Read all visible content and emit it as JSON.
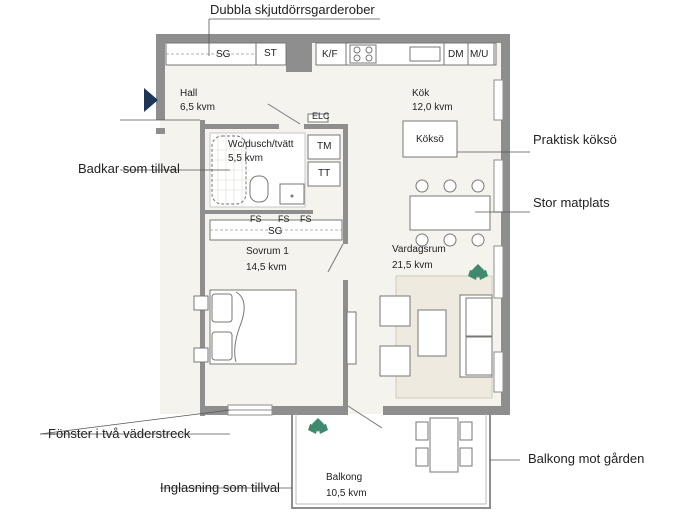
{
  "callouts": {
    "wardrobes": "Dubbla skjutdörrsgarderober",
    "bathtub": "Badkar som tillval",
    "kitchen_island": "Praktisk köksö",
    "dining": "Stor matplats",
    "window": "Fönster i två väderstreck",
    "balcony_yard": "Balkong mot gården",
    "glazing": "Inglasning som tillval"
  },
  "rooms": {
    "hall": {
      "name": "Hall",
      "area": "6,5 kvm"
    },
    "bath": {
      "name": "Wc/dusch/tvätt",
      "area": "5,5 kvm"
    },
    "kitchen": {
      "name": "Kök",
      "area": "12,0 kvm"
    },
    "bedroom": {
      "name": "Sovrum 1",
      "area": "14,5 kvm"
    },
    "living": {
      "name": "Vardagsrum",
      "area": "21,5 kvm"
    },
    "balcony": {
      "name": "Balkong",
      "area": "10,5 kvm"
    }
  },
  "fixtures": {
    "sg_hall": "SG",
    "st": "ST",
    "kf": "K/F",
    "dm": "DM",
    "mu": "M/U",
    "elc": "ELC",
    "tm": "TM",
    "tt": "TT",
    "island": "Köksö",
    "fs1": "FS",
    "fs2": "FS",
    "fs3": "FS",
    "sg_bed": "SG"
  },
  "colors": {
    "wall": "#8e8e8e",
    "floor": "#f5f3ee",
    "rug": "#eeeadf",
    "plant": "#3f8a6e",
    "entry_arrow": "#1d3557"
  }
}
